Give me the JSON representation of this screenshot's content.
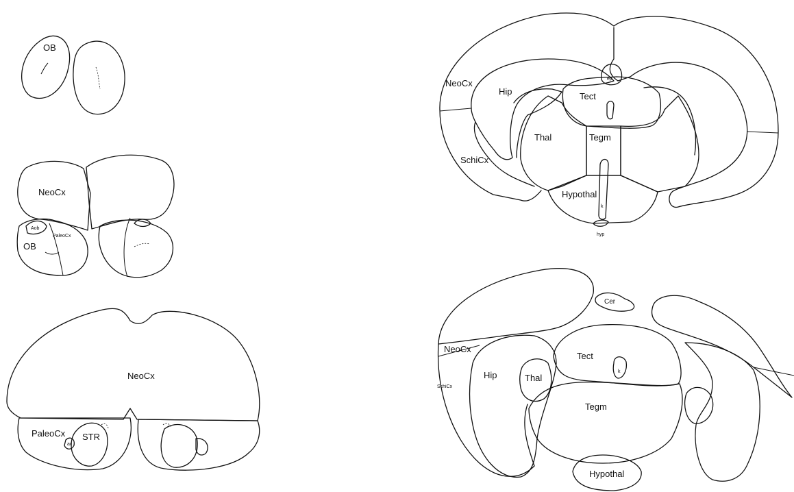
{
  "sections": {
    "s1": {
      "ob": "OB"
    },
    "s2": {
      "neocx": "NeoCx",
      "aob": "Aob",
      "paleocx": "PaleoCx",
      "ob": "OB"
    },
    "s3": {
      "neocx": "NeoCx",
      "paleocx": "PaleoCx",
      "str": "STR",
      "ac": "ac"
    },
    "s4": {
      "neocx": "NeoCx",
      "hip": "Hip",
      "ep": "ep",
      "tect": "Tect",
      "thal": "Thal",
      "tegm": "Tegm",
      "schicx": "SchiCx",
      "hypothal": "Hypothal",
      "k": "k",
      "hyp": "hyp"
    },
    "s5": {
      "cer": "Cer",
      "neocx": "NeoCx",
      "schicx": "SchiCx",
      "hip": "Hip",
      "thal": "Thal",
      "tect": "Tect",
      "k": "k",
      "tegm": "Tegm",
      "hypothal": "Hypothal"
    }
  }
}
